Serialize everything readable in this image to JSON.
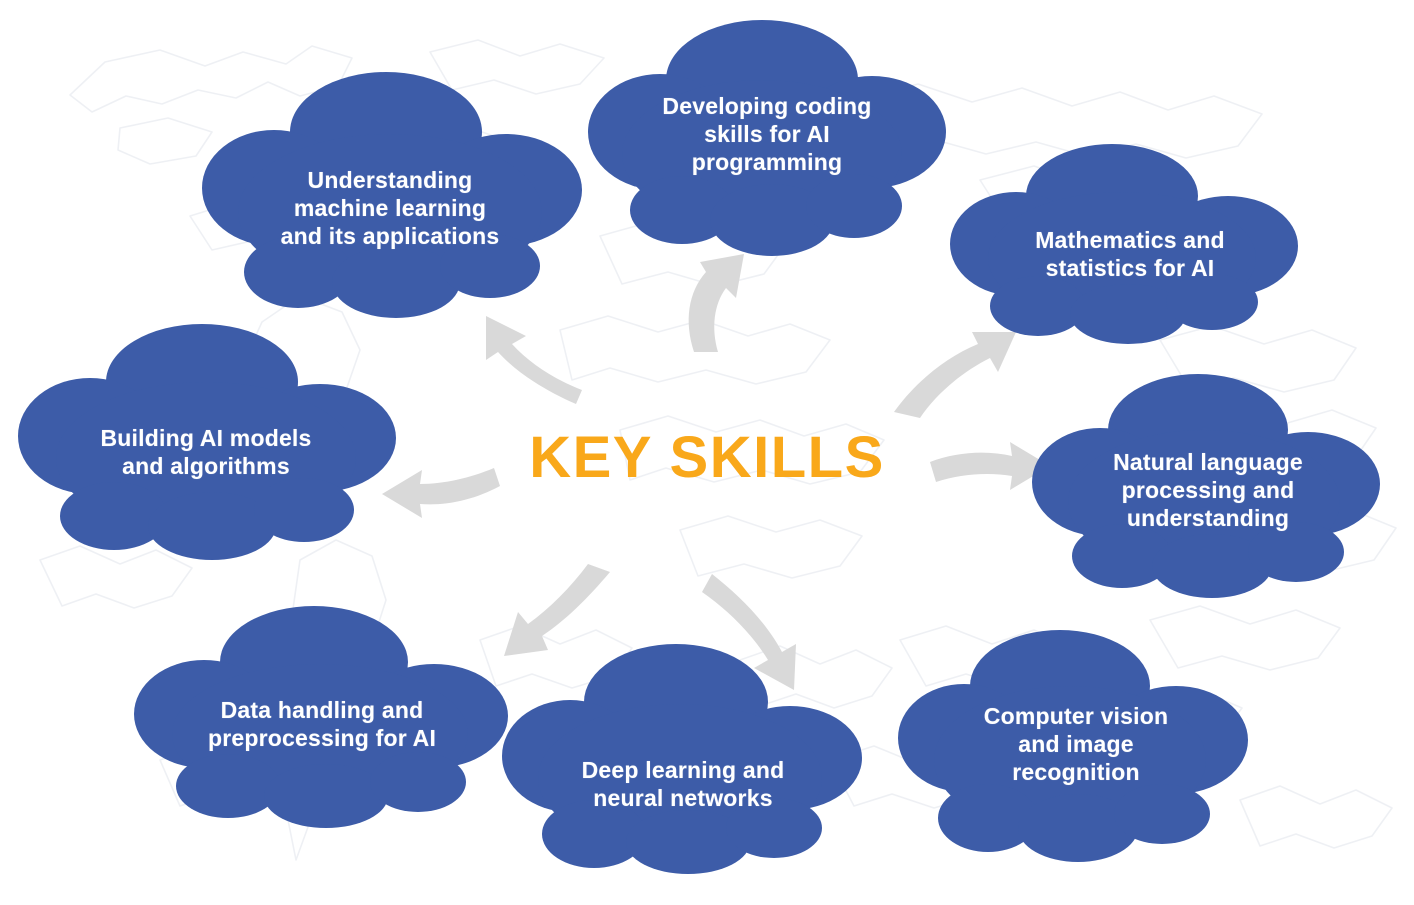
{
  "infographic": {
    "title": "KEY SKILLS",
    "title_color": "#F9A81A",
    "cloud_color": "#3D5CA8",
    "arrow_color": "#D9D9D9",
    "label_color": "#FFFFFF",
    "background_color": "#FFFFFF",
    "background_motif": "world-map-outline",
    "flow_direction": "clockwise"
  },
  "clouds": [
    {
      "id": "developing-coding-skills",
      "label": "Developing coding\nskills for AI\nprogramming",
      "position": "top-center"
    },
    {
      "id": "mathematics-statistics",
      "label": "Mathematics and\nstatistics for AI",
      "position": "top-right"
    },
    {
      "id": "natural-language-processing",
      "label": "Natural language\nprocessing and\nunderstanding",
      "position": "right"
    },
    {
      "id": "computer-vision",
      "label": "Computer vision\nand image\nrecognition",
      "position": "bottom-right"
    },
    {
      "id": "deep-learning",
      "label": "Deep learning and\nneural networks",
      "position": "bottom-center"
    },
    {
      "id": "data-handling",
      "label": "Data handling and\npreprocessing for AI",
      "position": "bottom-left"
    },
    {
      "id": "building-ai-models",
      "label": "Building AI models\nand algorithms",
      "position": "left"
    },
    {
      "id": "understanding-machine-learning",
      "label": "Understanding\nmachine learning\nand its applications",
      "position": "top-left"
    }
  ],
  "arrows": [
    {
      "id": "arrow-to-developing-coding-skills",
      "points_to": "developing-coding-skills"
    },
    {
      "id": "arrow-to-mathematics-statistics",
      "points_to": "mathematics-statistics"
    },
    {
      "id": "arrow-to-natural-language-processing",
      "points_to": "natural-language-processing"
    },
    {
      "id": "arrow-to-computer-vision",
      "points_to": "computer-vision"
    },
    {
      "id": "arrow-to-deep-learning",
      "points_to": "deep-learning"
    },
    {
      "id": "arrow-to-data-handling",
      "points_to": "data-handling"
    },
    {
      "id": "arrow-to-building-ai-models",
      "points_to": "building-ai-models"
    },
    {
      "id": "arrow-to-understanding-machine-learning",
      "points_to": "understanding-machine-learning"
    }
  ]
}
